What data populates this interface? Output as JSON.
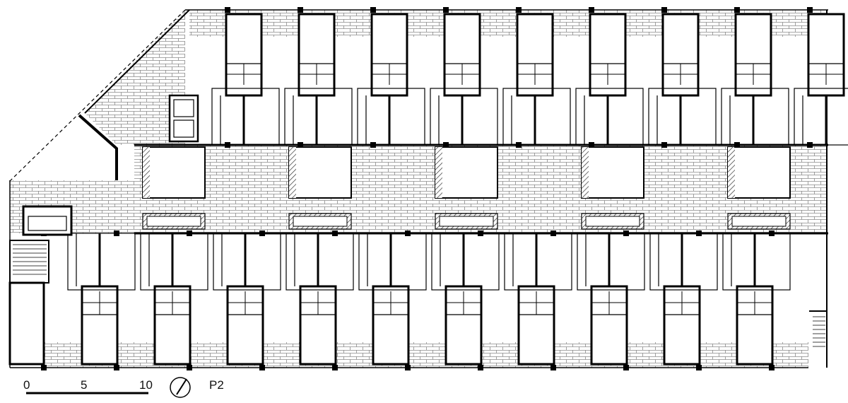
{
  "drawing": {
    "sheet_label": "P2",
    "scale_bar": {
      "ticks": [
        "0",
        "5",
        "10"
      ]
    },
    "north_arrow": {
      "icon": "north-arrow-icon"
    },
    "colors": {
      "line": "#000000",
      "paving": "#888888",
      "background": "#ffffff"
    }
  }
}
